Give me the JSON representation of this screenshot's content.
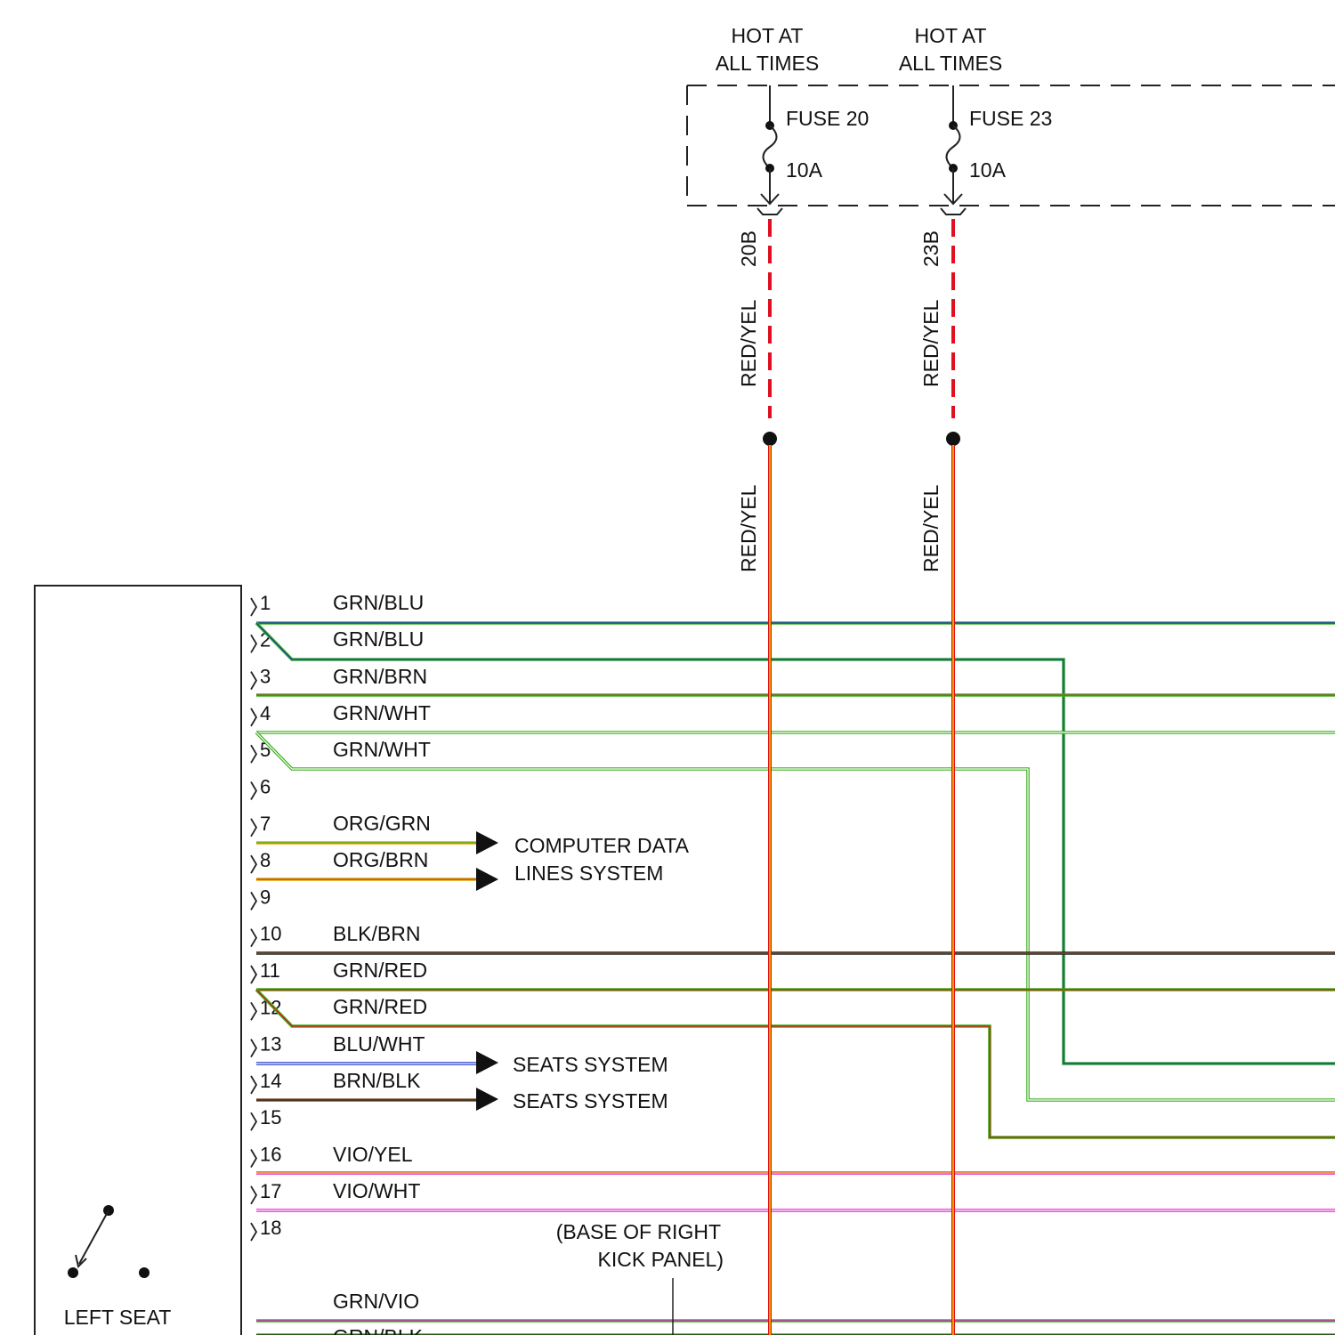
{
  "fuses": [
    {
      "hot_line1": "HOT AT",
      "hot_line2": "ALL TIMES",
      "name": "FUSE 20",
      "rating": "10A",
      "terminal": "20B",
      "wire_upper": "RED/YEL",
      "wire_lower": "RED/YEL"
    },
    {
      "hot_line1": "HOT AT",
      "hot_line2": "ALL TIMES",
      "name": "FUSE 23",
      "rating": "10A",
      "terminal": "23B",
      "wire_upper": "RED/YEL",
      "wire_lower": "RED/YEL"
    }
  ],
  "connector_pins": [
    "1",
    "2",
    "3",
    "4",
    "5",
    "6",
    "7",
    "8",
    "9",
    "10",
    "11",
    "12",
    "13",
    "14",
    "15",
    "16",
    "17",
    "18"
  ],
  "wire_labels": [
    "GRN/BLU",
    "GRN/BLU",
    "GRN/BRN",
    "GRN/WHT",
    "GRN/WHT",
    "ORG/GRN",
    "ORG/BRN",
    "BLK/BRN",
    "GRN/RED",
    "GRN/RED",
    "BLU/WHT",
    "BRN/BLK",
    "VIO/YEL",
    "VIO/WHT",
    "GRN/VIO",
    "GRN/BLK"
  ],
  "destinations": {
    "computer_data_line1": "COMPUTER DATA",
    "computer_data_line2": "LINES SYSTEM",
    "seats_1": "SEATS SYSTEM",
    "seats_2": "SEATS SYSTEM"
  },
  "splice_note": {
    "line1": "(BASE OF RIGHT",
    "line2": "KICK PANEL)"
  },
  "component_label": "LEFT SEAT",
  "colors": {
    "green": "#3cb020",
    "blue": "#1a32c8",
    "brown": "#8b5a2b",
    "orange": "#f5a000",
    "black": "#222222",
    "red": "#e01010",
    "yellow": "#f0e000",
    "violet": "#e020d0",
    "white": "#ffffff",
    "fuse_power": "#e01020"
  }
}
